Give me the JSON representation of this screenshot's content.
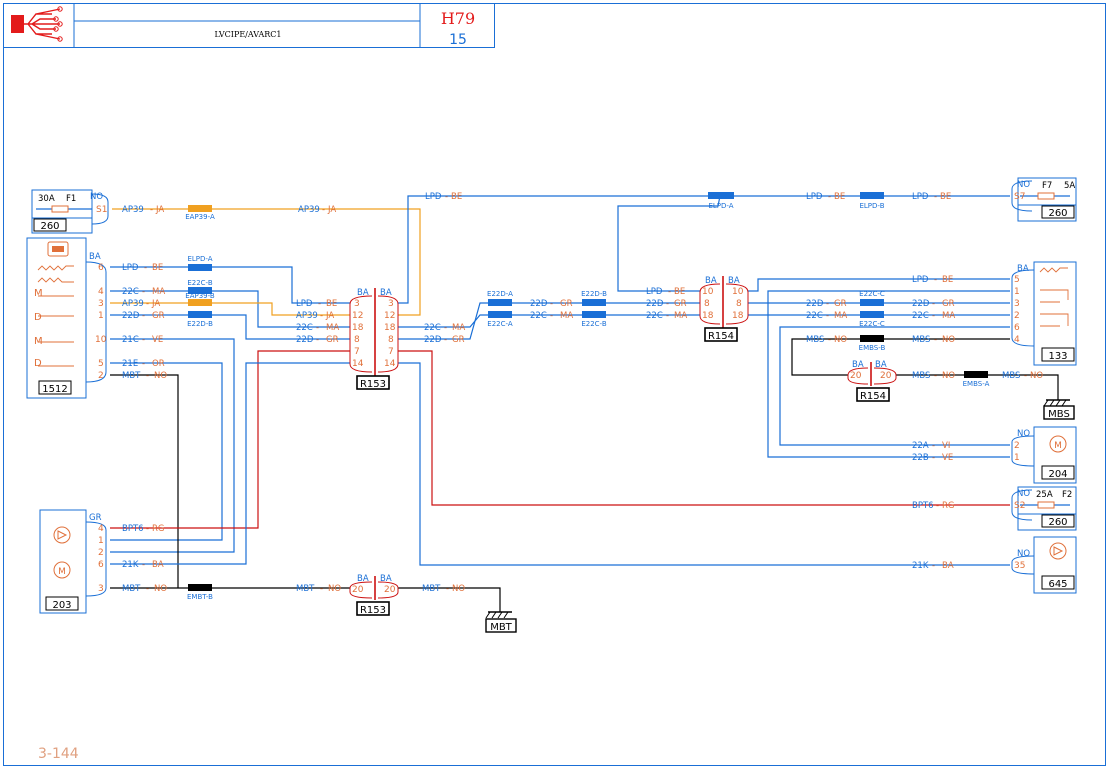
{
  "header": {
    "title_code": "LVCIPE/AVARC1",
    "sheet_ref": "H79",
    "sheet_num": "15"
  },
  "page_number": "3-144",
  "colors": {
    "blue": "#1a6fd6",
    "orange": "#e0703a",
    "red": "#cc1111",
    "yellow": "#f0a020",
    "black": "#000000"
  },
  "components": {
    "c260_top": {
      "label": "260",
      "fuse": "30A",
      "fuse_id": "F1",
      "conn": "NO",
      "pin": "S1"
    },
    "c260_right_top": {
      "label": "260",
      "fuse": "5A",
      "fuse_id": "F7",
      "conn": "NO",
      "pin": "S7"
    },
    "c260_right_bottom": {
      "label": "260",
      "fuse": "25A",
      "fuse_id": "F2",
      "conn": "NO",
      "pin": "S2"
    },
    "c1512": {
      "label": "1512",
      "conn": "BA",
      "pins": [
        "6",
        "4",
        "3",
        "1",
        "10",
        "5",
        "2"
      ]
    },
    "c203": {
      "label": "203",
      "conn": "GR",
      "pins": [
        "4",
        "1",
        "2",
        "6",
        "3"
      ]
    },
    "c133": {
      "label": "133",
      "conn": "BA",
      "pins": [
        "5",
        "1",
        "3",
        "2",
        "6",
        "4"
      ]
    },
    "c204": {
      "label": "204",
      "conn": "NO",
      "pins": [
        "2",
        "1"
      ]
    },
    "c645": {
      "label": "645",
      "conn": "NO",
      "pins": [
        "35"
      ]
    },
    "r153a": {
      "label": "R153",
      "conn_l": "BA",
      "conn_r": "BA",
      "pins_l": [
        "3",
        "12",
        "18",
        "8",
        "7",
        "14"
      ],
      "pins_r": [
        "3",
        "12",
        "18",
        "8",
        "7",
        "14"
      ]
    },
    "r153b": {
      "label": "R153",
      "conn_l": "BA",
      "conn_r": "BA",
      "pin_l": "20",
      "pin_r": "20"
    },
    "r154a": {
      "label": "R154",
      "conn_l": "BA",
      "conn_r": "BA",
      "pins_l": [
        "10",
        "8",
        "18"
      ],
      "pins_r": [
        "10",
        "8",
        "18"
      ]
    },
    "r154b": {
      "label": "R154",
      "conn_l": "BA",
      "conn_r": "BA",
      "pin_l": "20",
      "pin_r": "20"
    },
    "gnd_mbs": {
      "label": "MBS"
    },
    "gnd_mbt": {
      "label": "MBT"
    }
  },
  "splices": {
    "eap39a": "EAP39-A",
    "eap39b": "EAP39-B",
    "elpda1": "ELPD-A",
    "elpda2": "ELPD-A",
    "elpdb": "ELPD-B",
    "e22cb": "E22C-B",
    "e22db": "E22D-B",
    "e22da": "E22D-A",
    "e22ca": "E22C-A",
    "e22db2": "E22D-B",
    "e22cb2": "E22C-B",
    "e22cc1": "E22C-C",
    "e22cc2": "E22C-C",
    "embsb": "EMBS-B",
    "embsa": "EMBS-A",
    "embtb": "EMBT-B"
  },
  "wires": {
    "ap39": "AP39",
    "ja": "JA",
    "lpd": "LPD",
    "be": "BE",
    "c22": "22C",
    "d22": "22D",
    "ma": "MA",
    "gr": "GR",
    "c21": "21C",
    "ve": "VE",
    "e21": "21E",
    "or": "OR",
    "mbt": "MBT",
    "no": "NO",
    "bpt6": "BPT6",
    "rg": "RG",
    "k21": "21K",
    "ba": "BA",
    "mbs": "MBS",
    "a22": "22A",
    "vi": "VI",
    "b22": "22B"
  }
}
